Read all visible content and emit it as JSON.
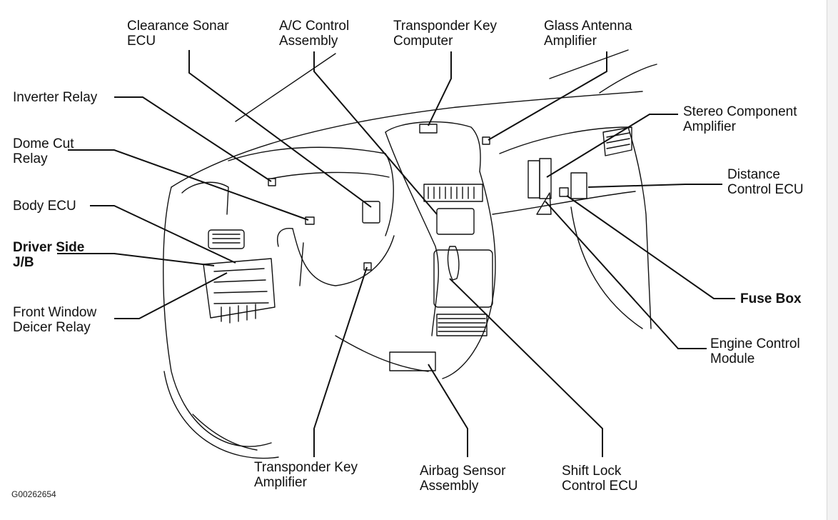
{
  "figure_code": "G00262654",
  "colors": {
    "ink": "#111111",
    "background": "#ffffff"
  },
  "labels": {
    "clearance_sonar_ecu": [
      "Clearance Sonar",
      "ECU"
    ],
    "ac_control_assembly": [
      "A/C Control",
      "Assembly"
    ],
    "transponder_key_computer": [
      "Transponder Key",
      "Computer"
    ],
    "glass_antenna_amplifier": [
      "Glass Antenna",
      "Amplifier"
    ],
    "inverter_relay": [
      "Inverter Relay"
    ],
    "stereo_component_amplifier": [
      "Stereo Component",
      "Amplifier"
    ],
    "dome_cut_relay": [
      "Dome Cut",
      "Relay"
    ],
    "distance_control_ecu": [
      "Distance",
      "Control ECU"
    ],
    "body_ecu": [
      "Body ECU"
    ],
    "driver_side_jb": [
      "Driver Side",
      "J/B"
    ],
    "fuse_box": [
      "Fuse Box"
    ],
    "front_window_deicer_relay": [
      "Front Window",
      "Deicer Relay"
    ],
    "engine_control_module": [
      "Engine Control",
      "Module"
    ],
    "transponder_key_amplifier": [
      "Transponder Key",
      "Amplifier"
    ],
    "airbag_sensor_assembly": [
      "Airbag Sensor",
      "Assembly"
    ],
    "shift_lock_control_ecu": [
      "Shift Lock",
      "Control ECU"
    ]
  }
}
